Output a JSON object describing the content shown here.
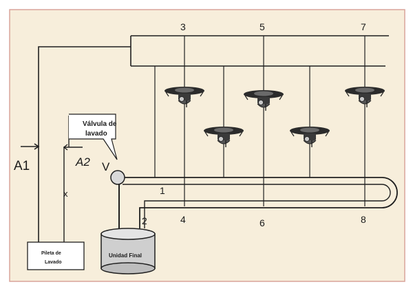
{
  "colors": {
    "background": "#f7eedb",
    "border": "#d9a49a",
    "line": "#1f1f1f",
    "ball": "#d9d9d9"
  },
  "labels": {
    "a1": "A1",
    "a2": "A2",
    "v": "V",
    "x": "x",
    "valve_line1": "Válvula de",
    "valve_line2": "lavado",
    "pump_line1": "Pileta de",
    "pump_line2": "Lavado",
    "unit": "Unidad Final"
  },
  "numbers": [
    "1",
    "2",
    "3",
    "4",
    "5",
    "6",
    "7",
    "8"
  ],
  "icons": [
    "sprinkler-icon"
  ]
}
